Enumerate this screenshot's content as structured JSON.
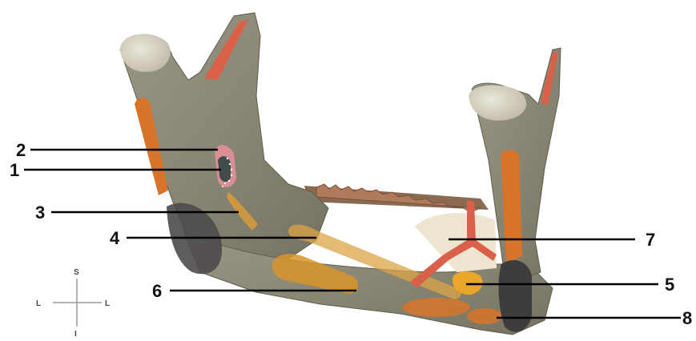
{
  "labels": {
    "l1": "1",
    "l2": "2",
    "l3": "3",
    "l4": "4",
    "l5": "5",
    "l6": "6",
    "l7": "7",
    "l8": "8"
  },
  "compass": {
    "superior": "S",
    "inferior": "I",
    "left": "L",
    "right": "L"
  },
  "colors": {
    "bone": "#8d8a78",
    "bone_dark": "#6f6c5c",
    "condyle": "#d7d3c4",
    "muscle_red": "#d9614a",
    "muscle_orange": "#e09a2c",
    "tendon_yellow": "#e2a63a",
    "masseter_dark": "#4e4a4c",
    "cartilage_cream": "#efe4cf"
  }
}
